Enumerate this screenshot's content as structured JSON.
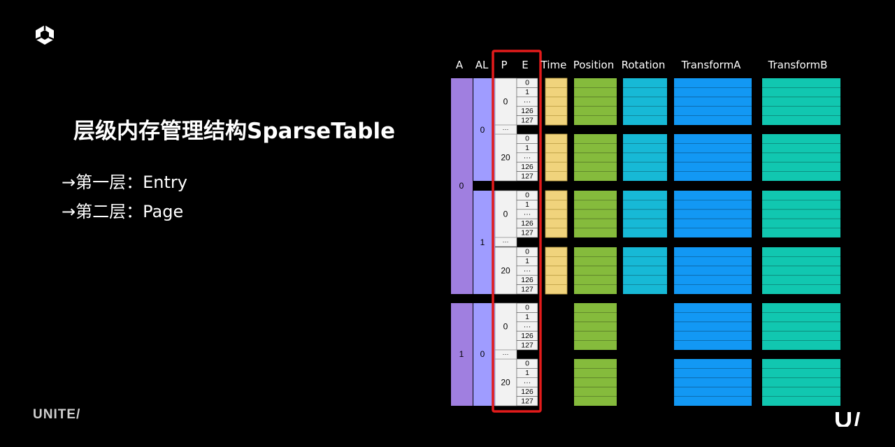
{
  "slide": {
    "title": "层级内存管理结构SparseTable",
    "bullets": [
      "→第一层：Entry",
      "→第二层：Page"
    ],
    "brand": "UNITE/"
  },
  "diagram": {
    "headers": [
      "A",
      "AL",
      "P",
      "E",
      "Time",
      "Position",
      "Rotation",
      "TransformA",
      "TransformB"
    ],
    "a_values": [
      "0",
      "1"
    ],
    "al_values": [
      "0",
      "1",
      "0"
    ],
    "p_values": [
      "0",
      "20",
      "0",
      "20",
      "0",
      "20"
    ],
    "e_values": [
      "0",
      "1",
      "...",
      "126",
      "127"
    ],
    "gap_label": "···",
    "colors": {
      "A": "#a07fe0",
      "AL": "#9f9cff",
      "Time": "#f0d37c",
      "Position": "#85bb3c",
      "Rotation": "#17b9d6",
      "TransformA": "#1298f4",
      "TransformB": "#11c7b0",
      "highlight": "#e31b1b",
      "cell": "#f2f2f2"
    },
    "blocks_with_time_rotation": [
      true,
      true,
      true,
      true,
      false,
      false
    ]
  }
}
